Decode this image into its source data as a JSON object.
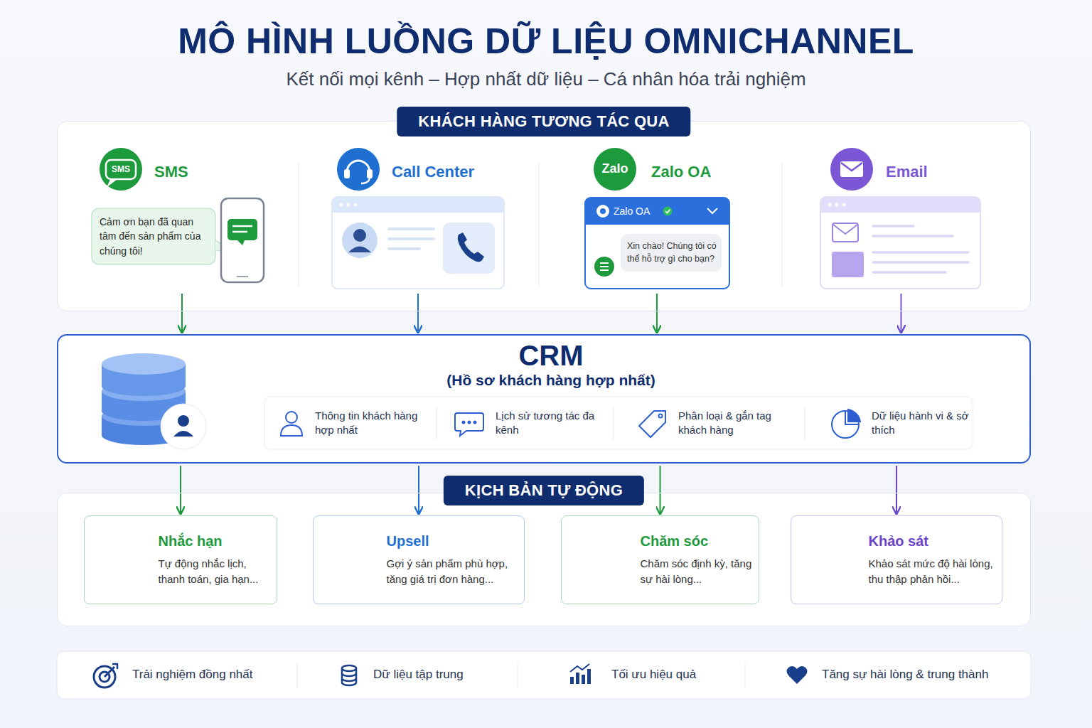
{
  "diagram": {
    "title": "MÔ HÌNH LUỒNG DỮ LIỆU OMNICHANNEL",
    "caption": "Kết nối mọi kênh – Hợp nhất dữ liệu – Cá nhân hóa trải nghiệm",
    "nodes": [
      {
        "text": [
          "KHÁCH HÀNG TƯƠNG TÁC QUA"
        ]
      },
      {
        "text": [
          "SMS",
          "Cảm ơn bạn đã quan tâm đến sản phẩm của chúng tôi!"
        ],
        "in": 0
      },
      {
        "text": [
          "Call Center"
        ],
        "in": 0
      },
      {
        "text": [
          "Zalo OA",
          "Zalo OA",
          "Xin chào! Chúng tôi có thể hỗ trợ gì cho bạn?"
        ],
        "in": 0
      },
      {
        "text": [
          "Email"
        ],
        "in": 0
      },
      {
        "text": [
          "CRM",
          "(Hồ sơ khách hàng hợp nhất)"
        ]
      },
      {
        "text": [
          "Thông tin khách hàng hợp nhất"
        ],
        "in": 5
      },
      {
        "text": [
          "Lịch sử tương tác đa kênh"
        ],
        "in": 5
      },
      {
        "text": [
          "Phân loại & gắn tag khách hàng"
        ],
        "in": 5
      },
      {
        "text": [
          "Dữ liệu hành vi & sở thích"
        ],
        "in": 5
      },
      {
        "text": [
          "KỊCH BẢN TỰ ĐỘNG"
        ]
      },
      {
        "text": [
          "Nhắc hạn",
          "Tự động nhắc lịch, thanh toán, gia hạn..."
        ],
        "in": 10
      },
      {
        "text": [
          "Upsell",
          "Gợi ý sản phẩm phù hợp, tăng giá trị đơn hàng..."
        ],
        "in": 10
      },
      {
        "text": [
          "Chăm sóc",
          "Chăm sóc định kỳ, tăng sự hài lòng..."
        ],
        "in": 10
      },
      {
        "text": [
          "Khảo sát",
          "Khảo sát mức độ hài lòng, thu thập phản hồi..."
        ],
        "in": 10
      }
    ],
    "edges": [
      {
        "from": 1,
        "to": 5,
        "arrow": "to"
      },
      {
        "from": 2,
        "to": 5,
        "arrow": "to"
      },
      {
        "from": 3,
        "to": 5,
        "arrow": "to"
      },
      {
        "from": 4,
        "to": 5,
        "arrow": "to"
      },
      {
        "from": 5,
        "to": 11,
        "arrow": "to"
      },
      {
        "from": 5,
        "to": 12,
        "arrow": "to"
      },
      {
        "from": 5,
        "to": 13,
        "arrow": "to"
      },
      {
        "from": 5,
        "to": 14,
        "arrow": "to"
      }
    ],
    "labels": [
      "SMS",
      "Zalo",
      "Trải nghiệm đồng nhất",
      "Dữ liệu tập trung",
      "Tối ưu hiệu quả",
      "Tăng sự hài lòng & trung thành"
    ]
  }
}
